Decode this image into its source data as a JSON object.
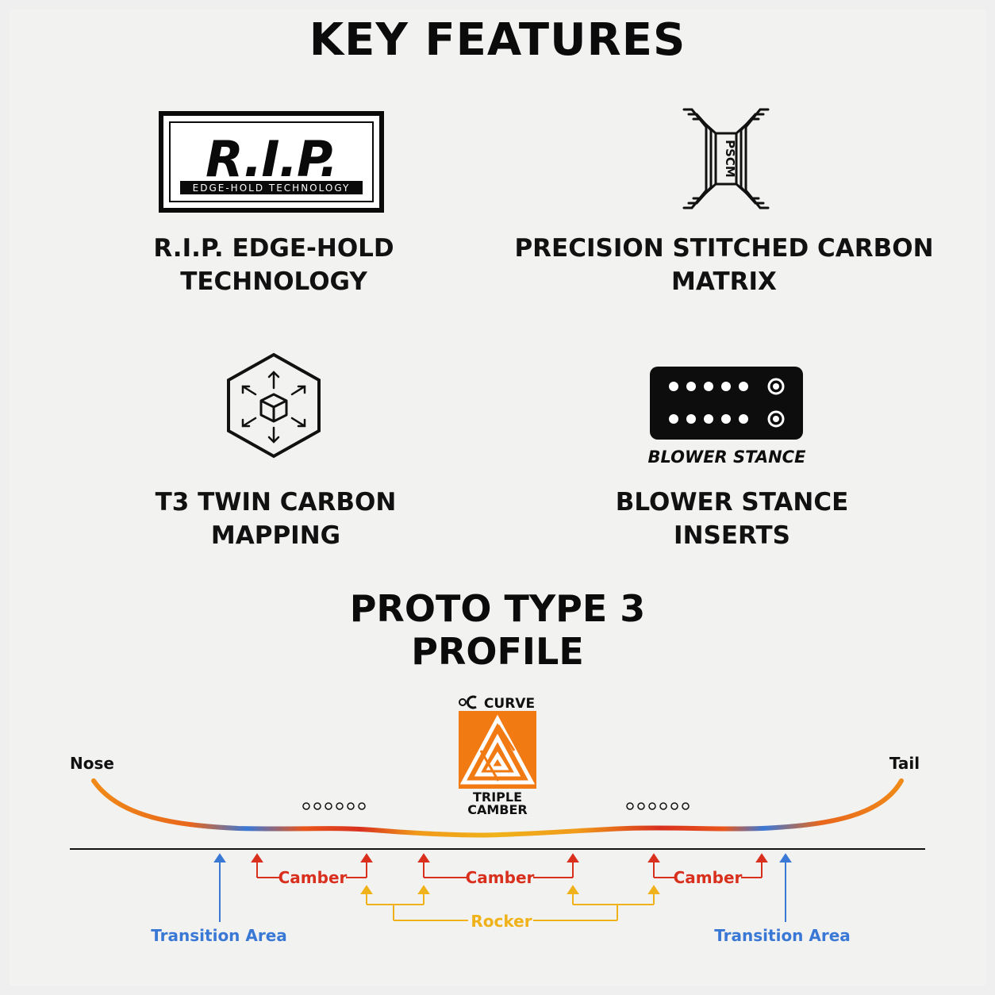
{
  "title": "KEY FEATURES",
  "features": [
    {
      "name": "rip",
      "logo_text": "R.I.P.",
      "logo_subtext": "EDGE-HOLD TECHNOLOGY",
      "label_line1": "R.I.P. EDGE-HOLD",
      "label_line2": "TECHNOLOGY",
      "icon": "rip-logo"
    },
    {
      "name": "pscm",
      "logo_text": "PSCM",
      "label_line1": "PRECISION STITCHED CARBON",
      "label_line2": "MATRIX",
      "icon": "stitched-carbon-icon"
    },
    {
      "name": "t3",
      "label_line1": "T3 TWIN CARBON MAPPING",
      "icon": "hexagon-cube-icon"
    },
    {
      "name": "blower",
      "logo_text": "BLOWER STANCE",
      "label_line1": "BLOWER STANCE INSERTS",
      "icon": "insert-plate-icon"
    }
  ],
  "profile": {
    "title_line1": "PROTO TYPE 3",
    "title_line2": "PROFILE",
    "badge_top": "CURVE",
    "badge_line1": "TRIPLE",
    "badge_line2": "CAMBER",
    "nose_label": "Nose",
    "tail_label": "Tail",
    "camber_label": "Camber",
    "rocker_label": "Rocker",
    "transition_label": "Transition Area",
    "colors": {
      "camber": "#d9301e",
      "rocker": "#f0b21a",
      "transition": "#3a78d6",
      "badge": "#f27a12"
    }
  }
}
